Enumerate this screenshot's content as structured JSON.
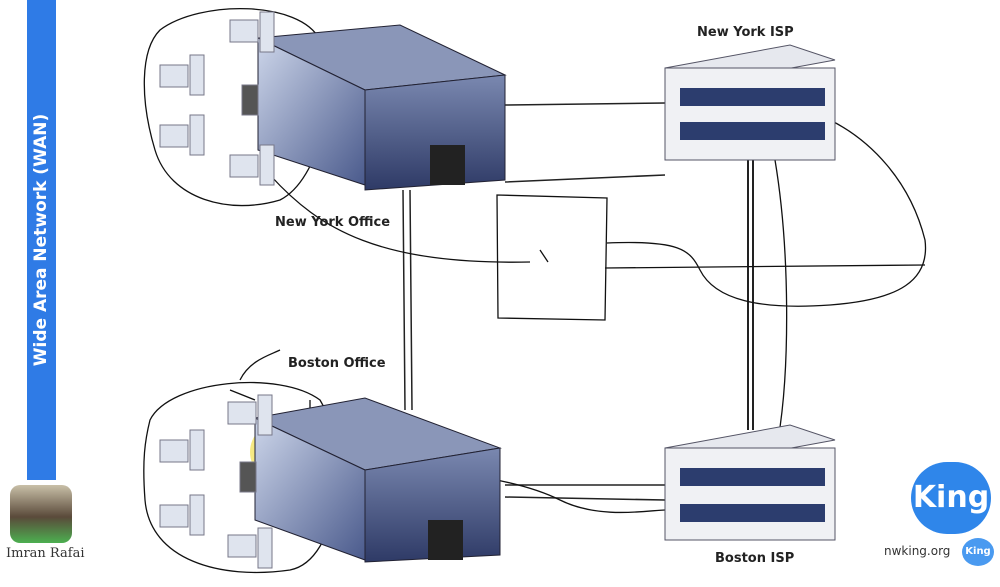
{
  "sidebar": {
    "title": "Wide Area Network (WAN)",
    "color": "#2f7be6"
  },
  "presenter": {
    "name": "Imran Rafai"
  },
  "diagram": {
    "labels": {
      "new_york_isp": "New York ISP",
      "new_york_office": "New York Office",
      "boston_office": "Boston Office",
      "boston_isp": "Boston ISP"
    }
  },
  "logo": {
    "text": "King",
    "url": "nwking.org",
    "small_text": "King",
    "color": "#2f86ea"
  }
}
